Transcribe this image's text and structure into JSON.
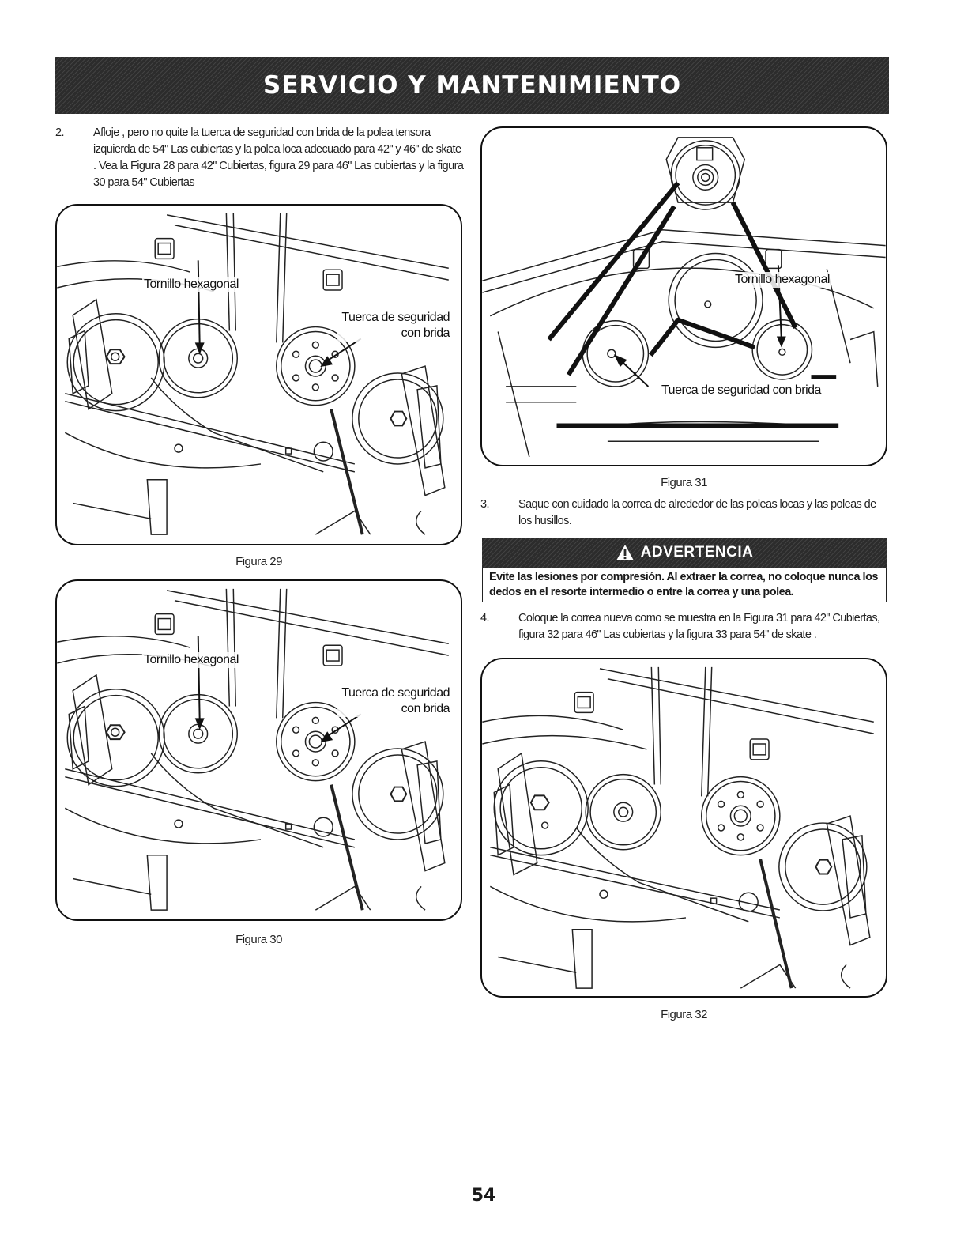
{
  "header": {
    "title": "SERVICIO Y MANTENIMIENTO"
  },
  "steps": [
    {
      "number": "2.",
      "text": "Afloje , pero no quite la tuerca de seguridad con brida de la polea tensora izquierda de 54\" Las cubiertas y la polea loca adecuado para 42\" y 46\" de skate . Vea la Figura 28 para 42\" Cubiertas, figura 29 para 46\" Las cubiertas y la figura 30 para 54\" Cubiertas"
    },
    {
      "number": "3.",
      "text": "Saque con cuidado la correa de alrededor de las poleas locas y las poleas de los husillos."
    },
    {
      "number": "4.",
      "text": "Coloque la correa nueva como se muestra en la Figura 31 para 42\" Cubiertas, figura 32 para 46\" Las cubiertas y la figura 33 para 54\" de skate ."
    }
  ],
  "figures": {
    "fig29": {
      "caption": "Figura 29",
      "labels": [
        "Tornillo hexagonal",
        "Tuerca de seguridad con brida"
      ]
    },
    "fig30": {
      "caption": "Figura 30",
      "labels": [
        "Tornillo hexagonal",
        "Tuerca de seguridad con brida"
      ]
    },
    "fig31": {
      "caption": "Figura 31",
      "labels": [
        "Tornillo hexagonal",
        "Tuerca de seguridad con brida"
      ]
    },
    "fig32": {
      "caption": "Figura 32"
    }
  },
  "warning": {
    "title": "ADVERTENCIA",
    "icon": "warning-triangle-icon",
    "text": "Evite las lesiones por compresión. Al extraer la correa, no coloque nunca los dedos en el resorte intermedio o entre la correa y una polea."
  },
  "footer": {
    "page_number": "54"
  },
  "colors": {
    "banner": "#2c2c2c",
    "text": "#1a1a1a",
    "line": "#111111"
  }
}
